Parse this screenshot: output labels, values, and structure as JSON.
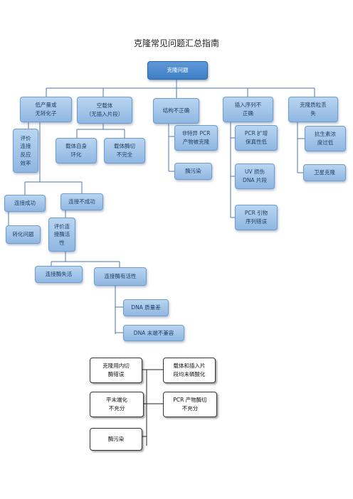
{
  "title": "克隆常见问题汇总指南",
  "root": "克隆问题",
  "categories": {
    "low_yield": "低产量或\n无转化子",
    "empty_vector": "空载体\n（无插入片段）",
    "wrong_structure": "结构不正确",
    "wrong_insert": "插入序列不\n正确",
    "clone_loss": "克隆质粒丢\n失"
  },
  "low_yield_branch": {
    "evaluate_efficiency": "评价\n连接\n反应\n效率",
    "ligation_success": "连接成功",
    "ligation_failure": "连接不成功",
    "transformation_problem": "转化问题",
    "evaluate_ligase": "评价连\n接酶活\n性",
    "ligase_inactive": "连接酶失活",
    "ligase_active": "连接酶有活性",
    "dna_poor_quality": "DNA 质量差",
    "dna_ends_incompatible": "DNA 末端不兼容",
    "causes": {
      "endonuclease_error": "克隆用内切\n酶错误",
      "not_dephosphorylated": "载体和插入片\n段均未磷酸化",
      "blunting_incomplete": "平末端化\n不充分",
      "pcr_digest_incomplete": "PCR 产物酶切\n不充分",
      "enzyme_contamination": "酶污染"
    }
  },
  "empty_vector_branch": {
    "self_ligation": "载体自身\n环化",
    "vector_digest_incomplete": "载体酶切\n不完全"
  },
  "structure_branch": {
    "nonspecific_pcr": "非特异 PCR\n产物被克隆",
    "enzyme_contamination": "酶污染"
  },
  "insert_branch": {
    "pcr_fidelity_low": "PCR 扩增\n保真性低",
    "uv_damage": "UV 损伤\nDNA 片段",
    "primer_error": "PCR 引物\n序列错误"
  },
  "loss_branch": {
    "antibiotic_low": "抗生素浓\n度过低",
    "satellite_clones": "卫星克隆"
  }
}
